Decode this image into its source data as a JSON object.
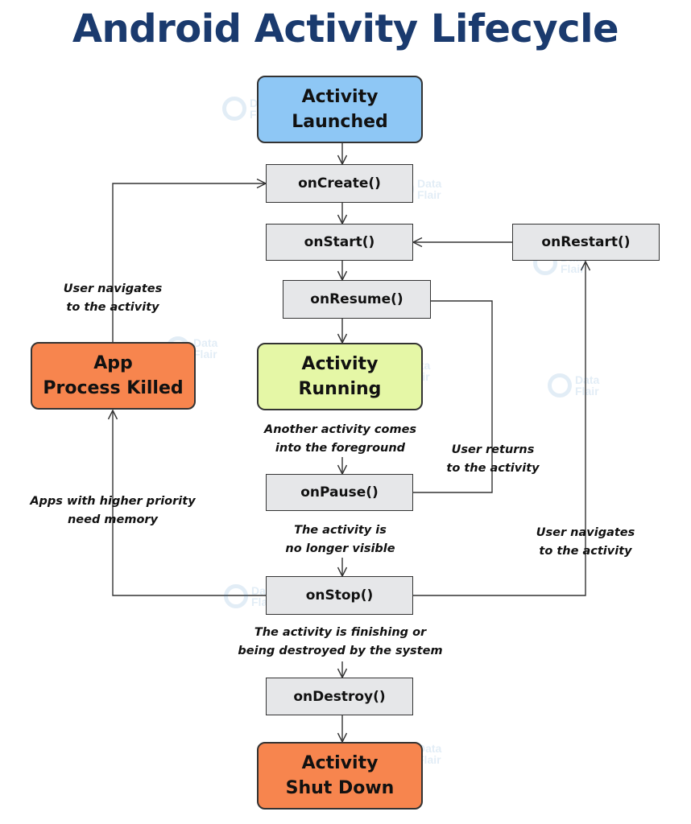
{
  "colors": {
    "title": "#1a3a6e",
    "launched": "#8ec7f5",
    "running": "#e5f7a6",
    "red_node": "#f7854e",
    "step": "#e6e7e9",
    "line": "#333333",
    "watermark": "#1e6fb8"
  },
  "title": "Android Activity Lifecycle",
  "nodes": {
    "launched": "Activity\nLaunched",
    "on_create": "onCreate()",
    "on_start": "onStart()",
    "on_restart": "onRestart()",
    "on_resume": "onResume()",
    "running": "Activity\nRunning",
    "process_killed": "App\nProcess Killed",
    "on_pause": "onPause()",
    "on_stop": "onStop()",
    "on_destroy": "onDestroy()",
    "shut_down": "Activity\nShut Down"
  },
  "edge_labels": {
    "user_navigates_left": "User navigates\nto the activity",
    "another_activity": "Another activity comes\ninto the foreground",
    "user_returns": "User returns\nto the activity",
    "apps_higher_priority": "Apps with higher priority\nneed memory",
    "no_longer_visible": "The activity is\nno longer visible",
    "user_navigates_right": "User navigates\nto the activity",
    "finishing": "The activity is finishing or\nbeing destroyed by the system"
  },
  "watermark": {
    "line1": "Data",
    "line2": "Flair",
    "icon": "dataflair-logo-icon"
  }
}
